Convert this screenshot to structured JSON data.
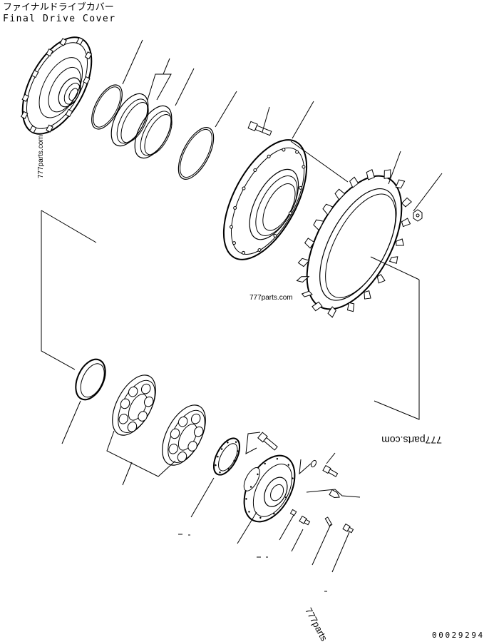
{
  "diagram": {
    "title_jp": "ファイナルドライブカバー",
    "title_en": "Final Drive Cover",
    "figure_code": "00029294"
  },
  "watermarks": {
    "vertical_left": "777parts.com",
    "center": "777parts.com",
    "upside_down": "777parts.com",
    "bottom_rotated": "777parts"
  }
}
